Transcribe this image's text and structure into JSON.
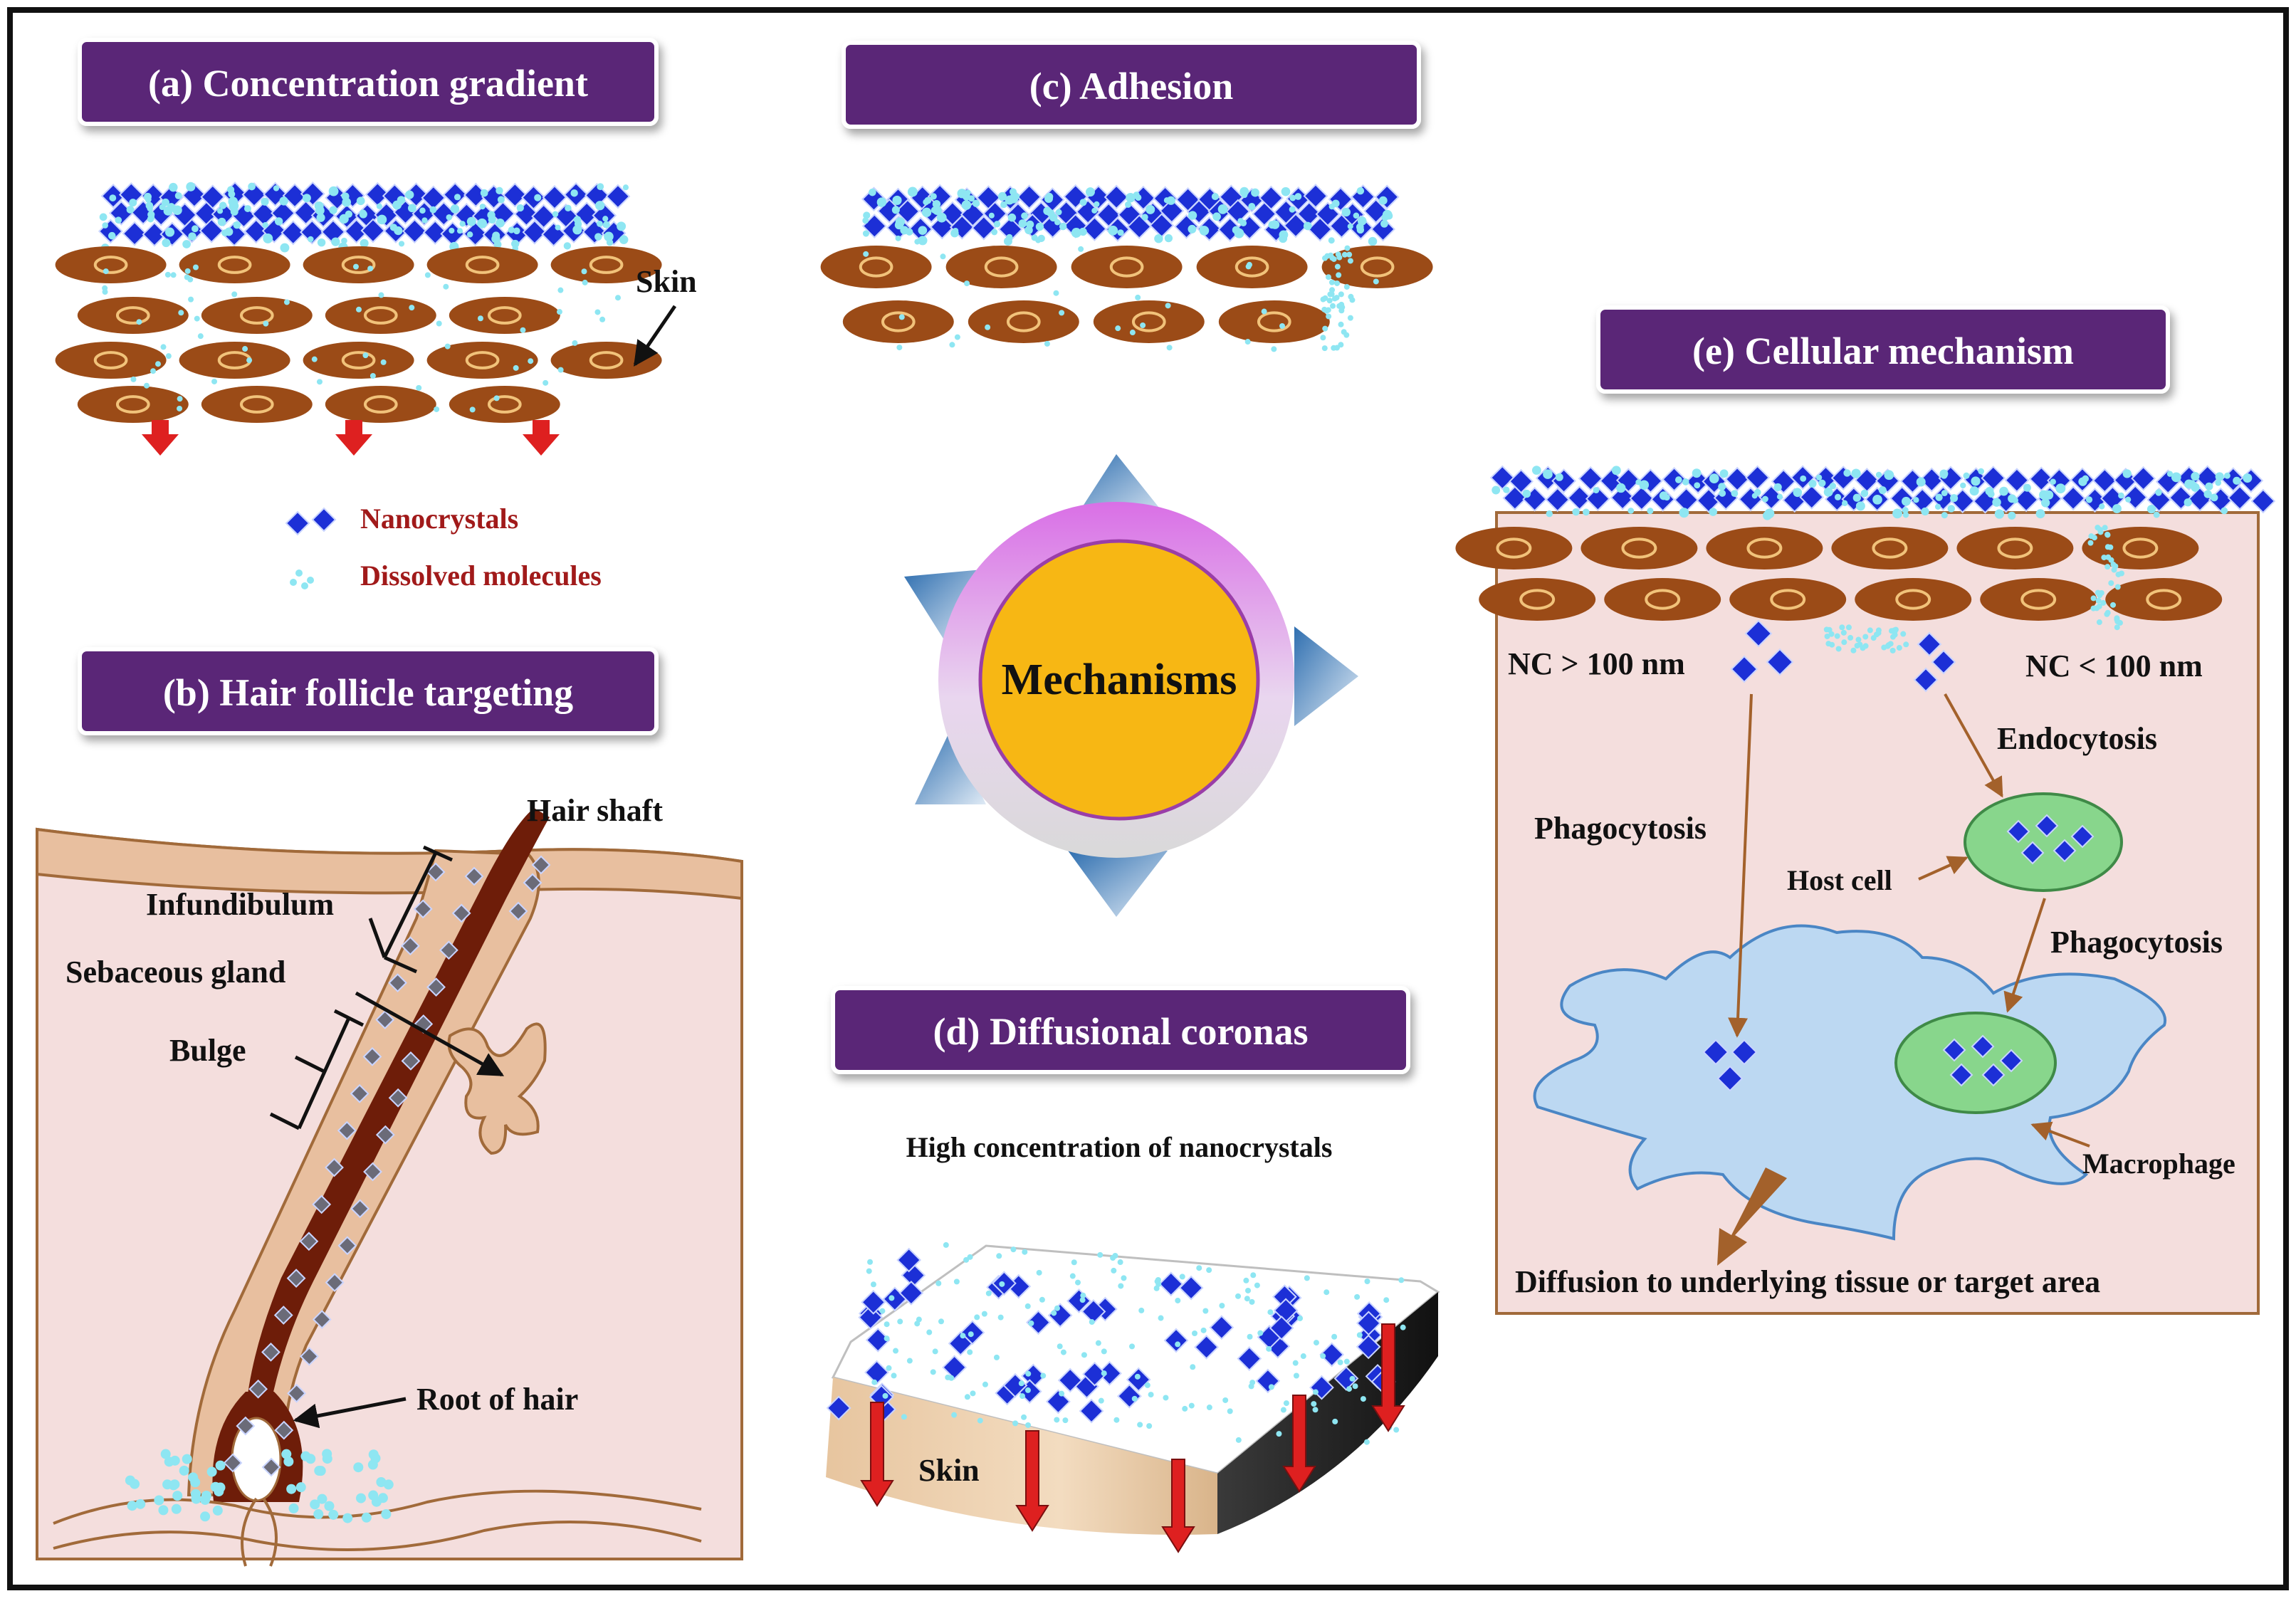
{
  "colors": {
    "banner": "#5a2577",
    "cell": "#9b4b17",
    "cell_ring": "#f1c27a",
    "nanocrystal": "#1c2fd6",
    "dissolved": "#8ee6f2",
    "panel_bg": "#f4dedd",
    "tissue": "#e8bf9f",
    "hair": "#6e1d09",
    "macrophage": "#bcd8f2",
    "host_cell": "#88d68c",
    "center_gold": "#f7b714",
    "center_ring": "#d979e6",
    "arrow_red": "#de2020",
    "arrow_brown": "#a3612b"
  },
  "center": {
    "label": "Mechanisms"
  },
  "panel_a": {
    "title": "(a) Concentration gradient",
    "skin_label": "Skin",
    "legend": {
      "nanocrystals": "Nanocrystals",
      "dissolved": "Dissolved molecules"
    }
  },
  "panel_b": {
    "title": "(b) Hair follicle targeting",
    "hair_shaft": "Hair shaft",
    "infundibulum": "Infundibulum",
    "sebaceous_gland": "Sebaceous gland",
    "bulge": "Bulge",
    "root": "Root of hair"
  },
  "panel_c": {
    "title": "(c) Adhesion"
  },
  "panel_d": {
    "title": "(d) Diffusional coronas",
    "subtitle": "High concentration of nanocrystals",
    "skin_label": "Skin"
  },
  "panel_e": {
    "title": "(e) Cellular mechanism",
    "nc_large": "NC > 100 nm",
    "nc_small": "NC < 100 nm",
    "endocytosis": "Endocytosis",
    "phagocytosis_left": "Phagocytosis",
    "phagocytosis_right": "Phagocytosis",
    "host_cell": "Host cell",
    "macrophage": "Macrophage",
    "diffusion": "Diffusion to underlying tissue or target area"
  }
}
